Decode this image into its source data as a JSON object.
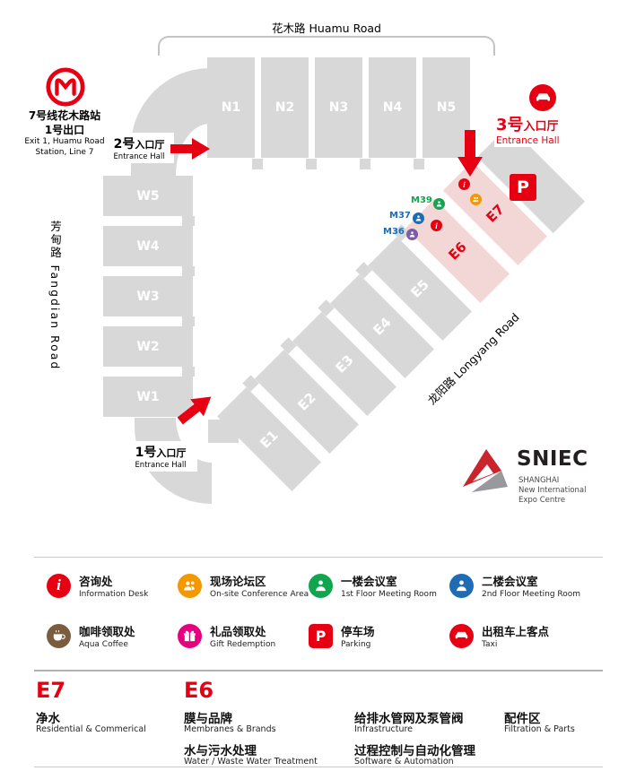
{
  "roads": {
    "huamu": "花木路  Huamu Road",
    "fangdian": "芳甸路  Fangdian Road",
    "longyang": "龙阳路  Longyang Road"
  },
  "metro": {
    "l1": "7号线花木路站",
    "l2": "1号出口",
    "l3": "Exit 1, Huamu Road",
    "l4": "Station, Line 7"
  },
  "halls": {
    "n": [
      "N1",
      "N2",
      "N3",
      "N4",
      "N5"
    ],
    "w": [
      "W5",
      "W4",
      "W3",
      "W2",
      "W1"
    ],
    "e": [
      "E1",
      "E2",
      "E3",
      "E4",
      "E5",
      "E6",
      "E7"
    ]
  },
  "entrances": {
    "e1": {
      "num": "1号",
      "hall": "入口厅",
      "en": "Entrance Hall"
    },
    "e2": {
      "num": "2号",
      "hall": "入口厅",
      "en": "Entrance Hall"
    },
    "e3": {
      "num": "3号",
      "hall": "入口厅",
      "en": "Entrance Hall"
    }
  },
  "markers": {
    "m36": "M36",
    "m37": "M37",
    "m39": "M39"
  },
  "glyphs": {
    "info": "i",
    "parking": "P"
  },
  "sniec": {
    "name": "SNIEC",
    "l1": "SHANGHAI",
    "l2": "New International",
    "l3": "Expo Centre"
  },
  "legend": [
    {
      "zh": "咨询处",
      "en": "Information Desk"
    },
    {
      "zh": "现场论坛区",
      "en": "On-site Conference Area"
    },
    {
      "zh": "一楼会议室",
      "en": "1st Floor Meeting Room"
    },
    {
      "zh": "二楼会议室",
      "en": "2nd Floor Meeting Room"
    },
    {
      "zh": "咖啡领取处",
      "en": "Aqua Coffee"
    },
    {
      "zh": "礼品领取处",
      "en": "Gift Redemption"
    },
    {
      "zh": "停车场",
      "en": "Parking"
    },
    {
      "zh": "出租车上客点",
      "en": "Taxi"
    }
  ],
  "zones": {
    "col1": {
      "code": "E7",
      "items": [
        {
          "zh": "净水",
          "en": "Residential & Commerical"
        }
      ]
    },
    "col2": {
      "code": "E6",
      "items": [
        {
          "zh": "膜与品牌",
          "en": "Membranes & Brands"
        },
        {
          "zh": "水与污水处理",
          "en": "Water / Waste Water Treatment"
        }
      ]
    },
    "col3": {
      "items": [
        {
          "zh": "给排水管网及泵管阀",
          "en": "Infrastructure"
        },
        {
          "zh": "过程控制与自动化管理",
          "en": "Software & Automation"
        }
      ]
    },
    "col4": {
      "items": [
        {
          "zh": "配件区",
          "en": "Filtration & Parts"
        }
      ]
    }
  },
  "colors": {
    "accent_red": "#e60012",
    "hall_gray": "#d8d8d8",
    "pink_hall": "#f3d7d7",
    "orange": "#f39800",
    "green": "#12a54f",
    "blue": "#1e6cb5",
    "magenta": "#e5007f",
    "brown": "#7a5c3e",
    "purple": "#7d5ba6"
  }
}
